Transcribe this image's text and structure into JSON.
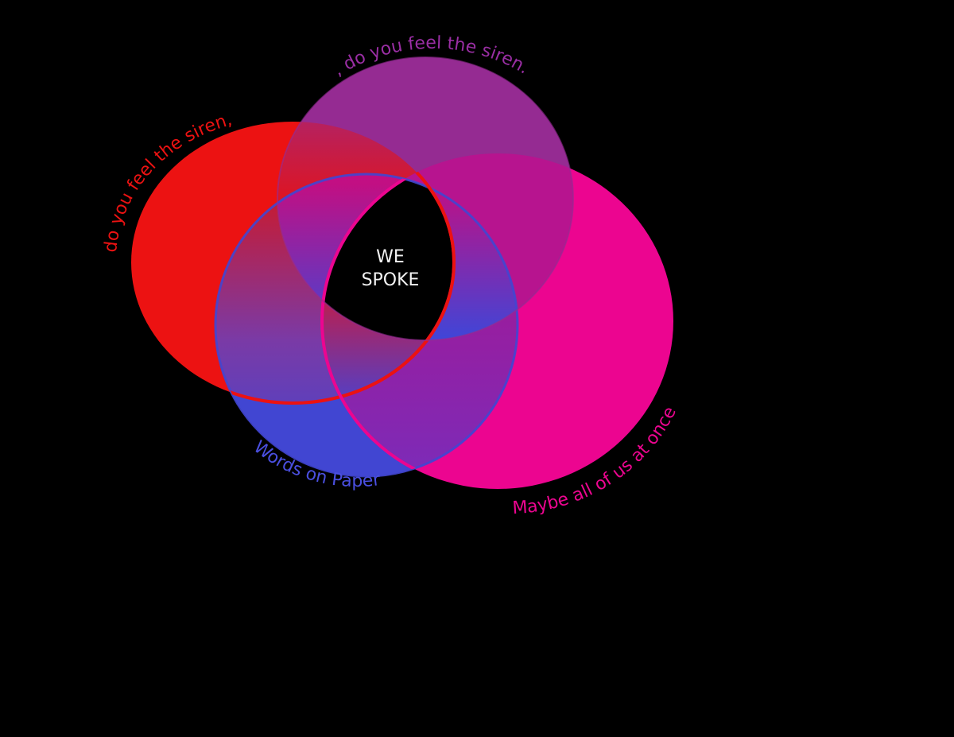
{
  "colors": {
    "background": "#000000",
    "red": "#ec1212",
    "purple": "#952b92",
    "magenta": "#ec0590",
    "blue": "#4146d2",
    "center_fill": "#000000",
    "center_text": "#f2f2f2"
  },
  "circles": [
    {
      "id": "red",
      "label": "do you feel the siren,"
    },
    {
      "id": "purple",
      "label": ", do you feel the siren."
    },
    {
      "id": "blue",
      "label": "Words on Paper"
    },
    {
      "id": "magenta",
      "label": "Maybe all of us at once"
    }
  ],
  "center": {
    "line1": "WE",
    "line2": "SPOKE"
  }
}
